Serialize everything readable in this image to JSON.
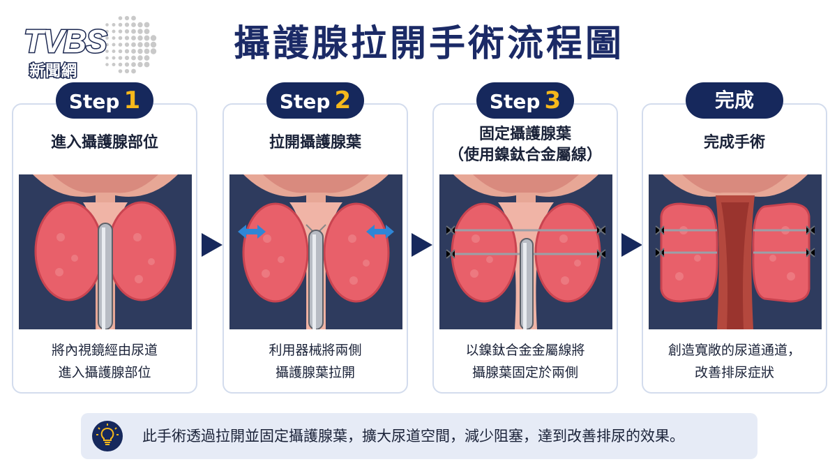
{
  "logo": {
    "brand": "TVBS",
    "sub": "新聞網"
  },
  "title": "攝護腺拉開手術流程圖",
  "steps": [
    {
      "badge": "Step",
      "num": "1",
      "title": "進入攝護腺部位",
      "desc_line1": "將內視鏡經由尿道",
      "desc_line2": "進入攝護腺部位"
    },
    {
      "badge": "Step",
      "num": "2",
      "title": "拉開攝護腺葉",
      "desc_line1": "利用器械將兩側",
      "desc_line2": "攝護腺葉拉開"
    },
    {
      "badge": "Step",
      "num": "3",
      "title": "固定攝護腺葉",
      "title_line2": "（使用鎳鈦合金屬線）",
      "desc_line1": "以鎳鈦合金金屬線將",
      "desc_line2": "攝腺葉固定於兩側"
    },
    {
      "badge": "完成",
      "num": "",
      "title": "完成手術",
      "desc_line1": "創造寬敞的尿道通道，",
      "desc_line2": "改善排尿症狀"
    }
  ],
  "tip": {
    "icon": "lightbulb-icon",
    "text": "此手術透過拉開並固定攝護腺葉，擴大尿道空間，減少阻塞，達到改善排尿的效果。"
  },
  "colors": {
    "navy": "#16285c",
    "gold": "#f6b81b",
    "tissue": "#e8606a",
    "arrow_blue": "#2f86d6"
  }
}
